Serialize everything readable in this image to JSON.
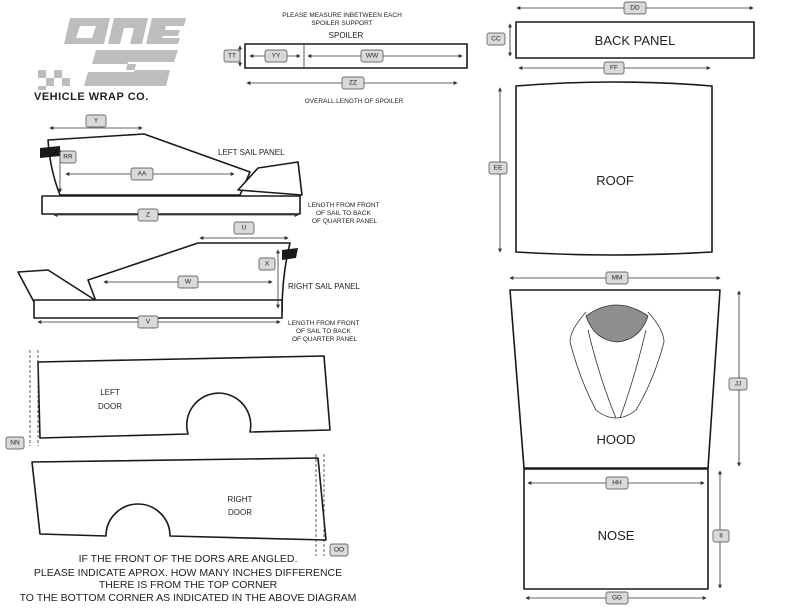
{
  "logo": {
    "brand_text": "ONE 2",
    "tagline": "VEHICLE WRAP CO."
  },
  "spoiler": {
    "note_line1": "PLEASE MEASURE INBETWEEN EACH",
    "note_line2": "SPOILER SUPPORT",
    "title": "SPOILER",
    "overall_note": "OVERALL LENGTH OF SPOILER"
  },
  "left_sail": {
    "title": "LEFT SAIL PANEL",
    "note_line1": "LENGTH FROM FRONT",
    "note_line2": "OF SAIL TO BACK",
    "note_line3": "OF QUARTER PANEL"
  },
  "right_sail": {
    "title": "RIGHT SAIL PANEL",
    "note_line1": "LENGTH FROM FRONT",
    "note_line2": "OF SAIL TO BACK",
    "note_line3": "OF QUARTER PANEL"
  },
  "left_door": {
    "line1": "LEFT",
    "line2": "DOOR"
  },
  "right_door": {
    "line1": "RIGHT",
    "line2": "DOOR"
  },
  "back_panel": {
    "title": "BACK PANEL"
  },
  "roof": {
    "title": "ROOF"
  },
  "hood": {
    "title": "HOOD"
  },
  "nose": {
    "title": "NOSE"
  },
  "footer": {
    "line1": "IF THE FRONT OF THE DORS ARE ANGLED.",
    "line2": "PLEASE INDICATE APROX. HOW MANY INCHES DIFFERENCE",
    "line3": "THERE IS FROM THE TOP CORNER",
    "line4": "TO THE BOTTOM CORNER AS INDICATED IN THE ABOVE DIAGRAM"
  },
  "tags": {
    "tt": "TT",
    "yy": "YY",
    "ww": "WW",
    "zz": "ZZ",
    "y": "Y",
    "rr": "RR",
    "aa": "AA",
    "z": "Z",
    "u": "U",
    "x": "X",
    "w": "W",
    "v": "V",
    "nn": "NN",
    "oo": "OO",
    "dd": "DD",
    "cc": "CC",
    "ff": "FF",
    "ee": "EE",
    "mm": "MM",
    "jj": "JJ",
    "hh": "HH",
    "ii": "II",
    "gg": "GG"
  }
}
